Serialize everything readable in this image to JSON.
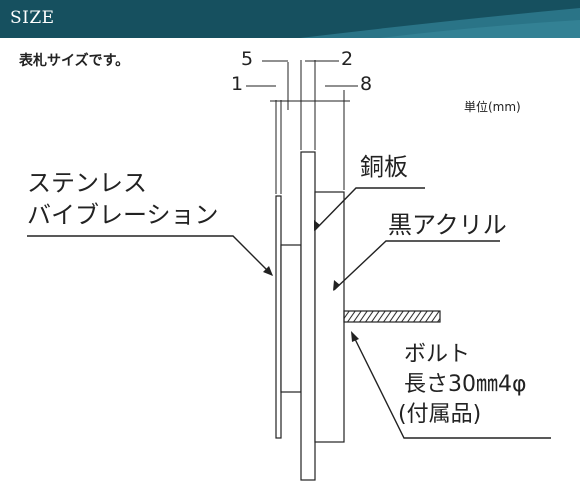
{
  "header": {
    "title": "SIZE"
  },
  "subtitle": "表札サイズです。",
  "unit_label": "単位(mm)",
  "dimension_labels": {
    "n5": "5",
    "n2": "2",
    "n1": "1",
    "n8": "8"
  },
  "callouts": {
    "stainless_line1": "ステンレス",
    "stainless_line2": "バイブレーション",
    "copper": "銅板",
    "acrylic": "黒アクリル",
    "bolt_line1": "ボルト",
    "bolt_line2": "長さ30㎜4φ",
    "bolt_line3": "(付属品)"
  }
}
